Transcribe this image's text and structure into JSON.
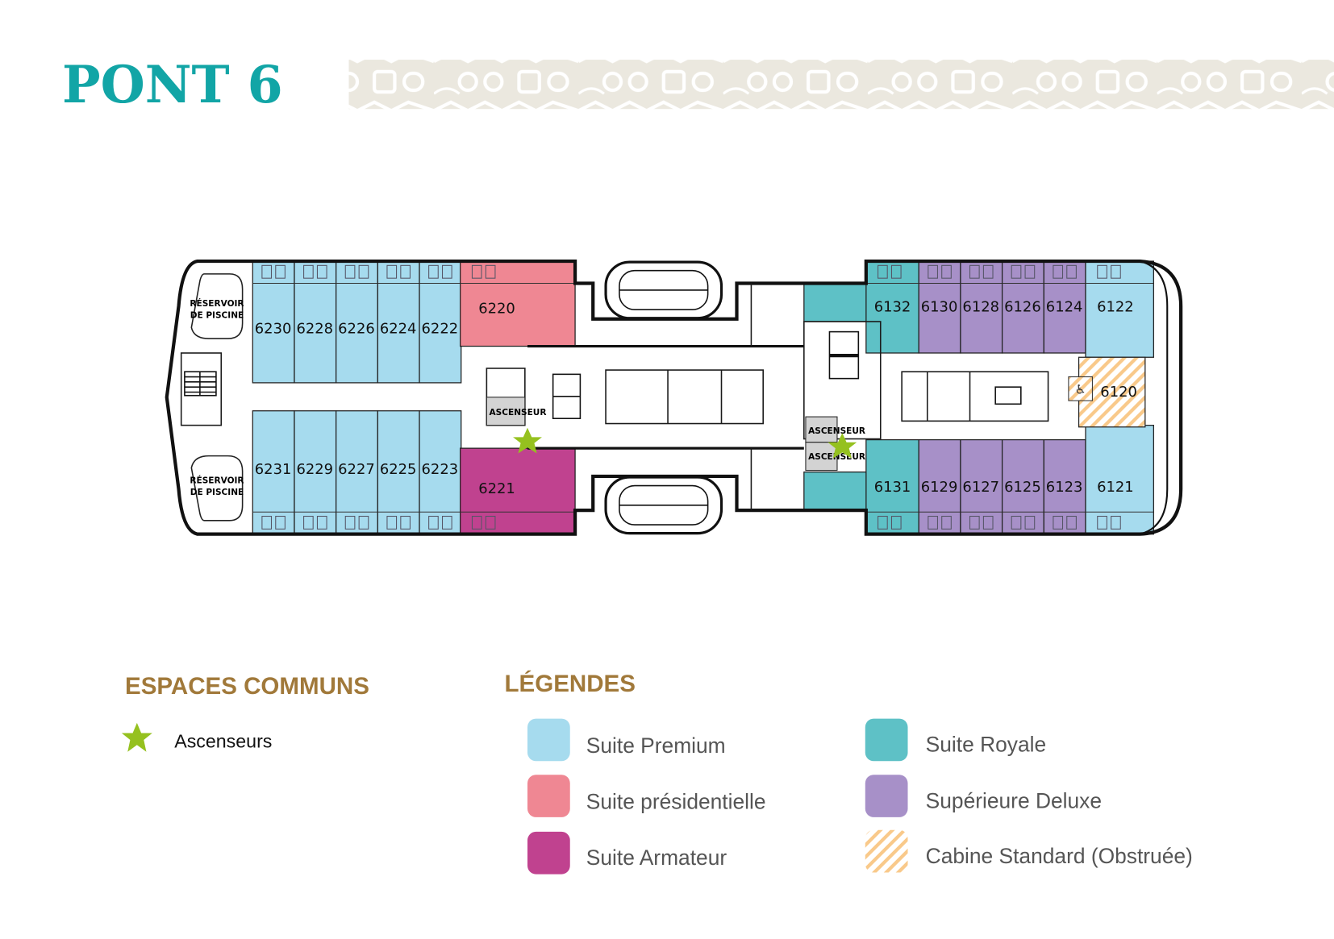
{
  "title": "PONT 6",
  "reservoir": {
    "line1": "RÉSERVOIR",
    "line2": "DE PISCINE"
  },
  "elevator_label": "ASCENSEUR",
  "common": {
    "heading": "ESPACES COMMUNS",
    "items": [
      {
        "label": "Ascenseurs",
        "icon": "star-icon",
        "color": "#95c11f"
      }
    ]
  },
  "legend": {
    "heading": "LÉGENDES",
    "items": [
      {
        "key": "premium",
        "label": "Suite Premium",
        "color": "#a6dbee"
      },
      {
        "key": "presidentielle",
        "label": "Suite présidentielle",
        "color": "#ef8793"
      },
      {
        "key": "armateur",
        "label": "Suite Armateur",
        "color": "#c0428f"
      },
      {
        "key": "royale",
        "label": "Suite Royale",
        "color": "#5ec1c6"
      },
      {
        "key": "superieure",
        "label": "Supérieure Deluxe",
        "color": "#a790c8"
      },
      {
        "key": "standard",
        "label": "Cabine Standard (Obstruée)",
        "color": "#f9c98a"
      }
    ]
  },
  "cabins": [
    {
      "number": "6230",
      "category": "premium"
    },
    {
      "number": "6228",
      "category": "premium"
    },
    {
      "number": "6226",
      "category": "premium"
    },
    {
      "number": "6224",
      "category": "premium"
    },
    {
      "number": "6222",
      "category": "premium"
    },
    {
      "number": "6231",
      "category": "premium"
    },
    {
      "number": "6229",
      "category": "premium"
    },
    {
      "number": "6227",
      "category": "premium"
    },
    {
      "number": "6225",
      "category": "premium"
    },
    {
      "number": "6223",
      "category": "premium"
    },
    {
      "number": "6220",
      "category": "presidentielle"
    },
    {
      "number": "6221",
      "category": "armateur"
    },
    {
      "number": "6132",
      "category": "royale"
    },
    {
      "number": "6131",
      "category": "royale"
    },
    {
      "number": "6130",
      "category": "superieure"
    },
    {
      "number": "6128",
      "category": "superieure"
    },
    {
      "number": "6126",
      "category": "superieure"
    },
    {
      "number": "6124",
      "category": "superieure"
    },
    {
      "number": "6129",
      "category": "superieure"
    },
    {
      "number": "6127",
      "category": "superieure"
    },
    {
      "number": "6125",
      "category": "superieure"
    },
    {
      "number": "6123",
      "category": "superieure"
    },
    {
      "number": "6122",
      "category": "premium"
    },
    {
      "number": "6121",
      "category": "premium"
    },
    {
      "number": "6120",
      "category": "standard"
    }
  ]
}
